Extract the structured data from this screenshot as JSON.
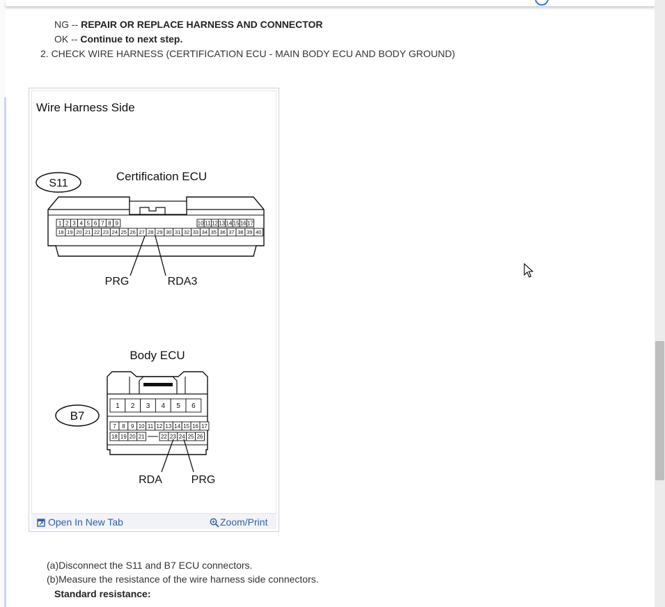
{
  "procedure": {
    "ng_prefix": "NG --",
    "ng_action": "REPAIR OR REPLACE HARNESS AND CONNECTOR",
    "ok_prefix": "OK --",
    "ok_action": "Continue to next step.",
    "step_title": "2. CHECK WIRE HARNESS (CERTIFICATION ECU - MAIN BODY ECU AND BODY GROUND)"
  },
  "figure": {
    "heading": "Wire Harness Side",
    "connector1": {
      "id": "S11",
      "name": "Certification ECU",
      "row1_pins": [
        "1",
        "2",
        "3",
        "4",
        "5",
        "6",
        "7",
        "8",
        "9",
        "10",
        "11",
        "12",
        "13",
        "14",
        "15",
        "16",
        "17"
      ],
      "row2_pins": [
        "18",
        "19",
        "20",
        "21",
        "22",
        "23",
        "24",
        "25",
        "26",
        "27",
        "28",
        "29",
        "30",
        "31",
        "32",
        "33",
        "34",
        "35",
        "36",
        "37",
        "38",
        "39",
        "40"
      ],
      "label_a": "PRG",
      "label_b": "RDA3"
    },
    "connector2": {
      "id": "B7",
      "name": "Body ECU",
      "top_pins": [
        "1",
        "2",
        "3",
        "4",
        "5",
        "6"
      ],
      "row1_pins": [
        "7",
        "8",
        "9",
        "10",
        "11",
        "12",
        "13",
        "14",
        "15",
        "16",
        "17"
      ],
      "row2_left_pins": [
        "18",
        "19",
        "20",
        "21"
      ],
      "row2_right_pins": [
        "22",
        "23",
        "24",
        "25",
        "26"
      ],
      "label_a": "RDA",
      "label_b": "PRG"
    },
    "open_new_tab": "Open In New Tab",
    "zoom_print": "Zoom/Print"
  },
  "instructions": {
    "a": "(a)Disconnect the S11 and B7 ECU connectors.",
    "b": "(b)Measure the resistance of the wire harness side connectors.",
    "standard": "Standard resistance:"
  },
  "colors": {
    "link": "#2f5fa8",
    "scrollbar_thumb": "#bdbdbd"
  }
}
